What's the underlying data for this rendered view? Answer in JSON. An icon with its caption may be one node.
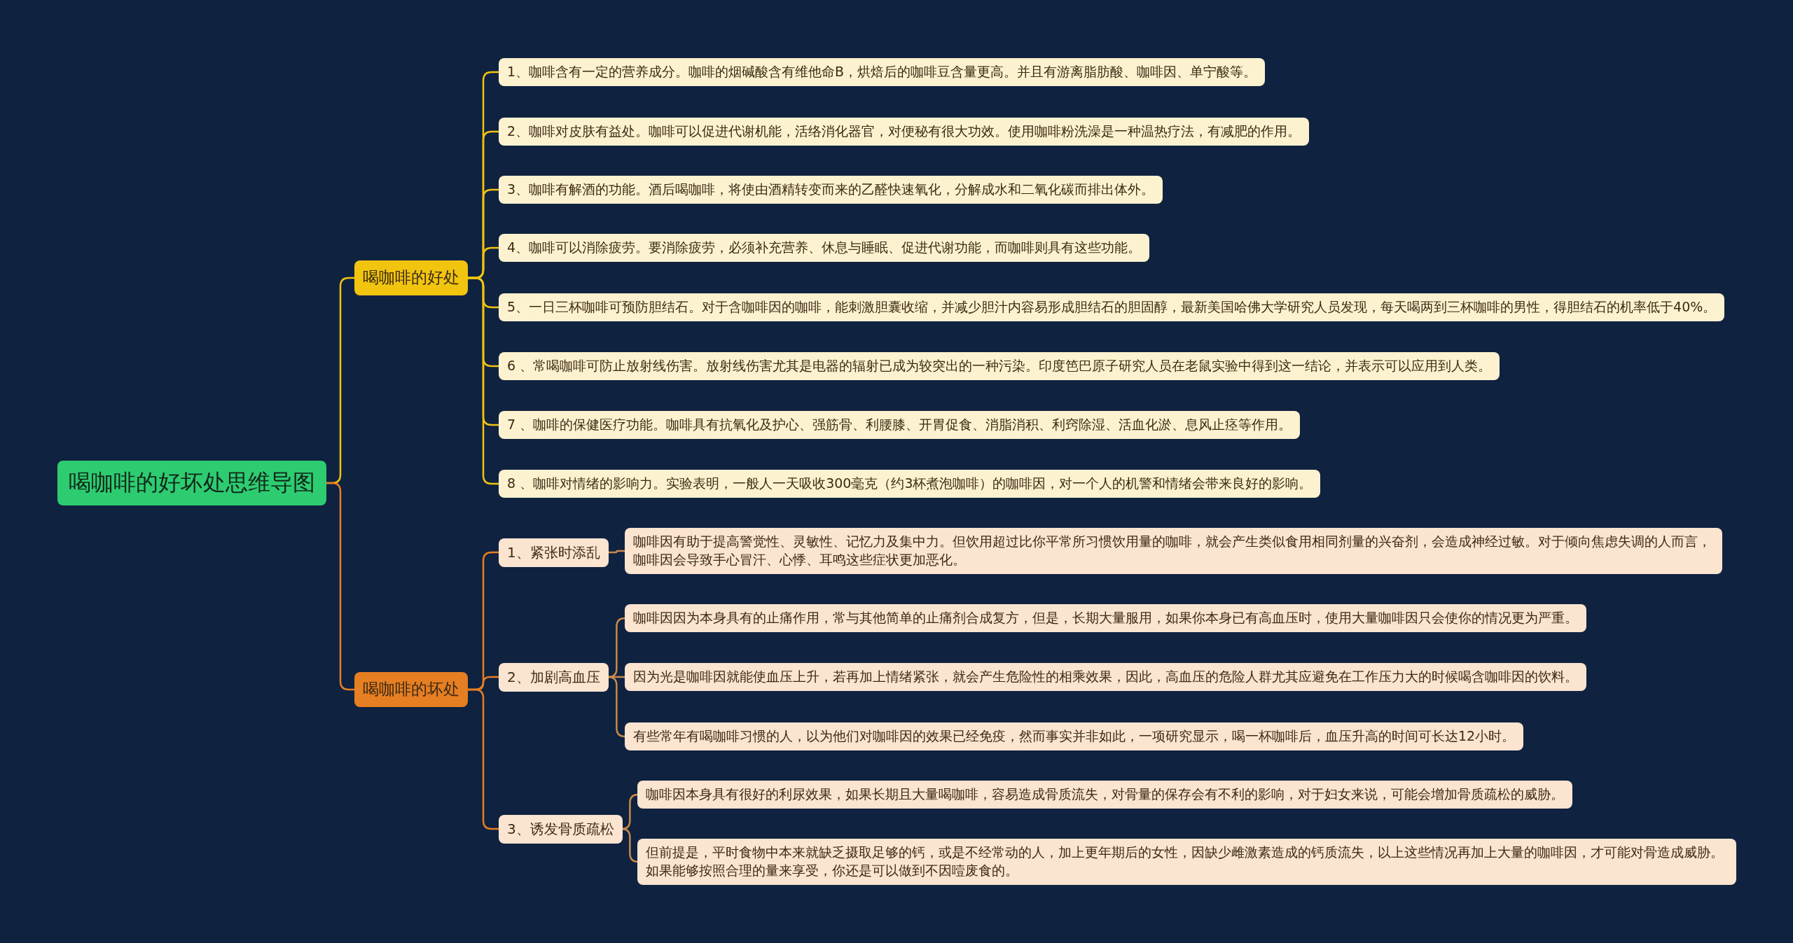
{
  "diagram": {
    "nodes": [
      {
        "text": [
          "喝咖啡的好坏处思维导图"
        ]
      },
      {
        "text": [
          "喝咖啡的好处"
        ]
      },
      {
        "text": [
          "1、咖啡含有一定的营养成分。咖啡的烟碱酸含有维他命B，烘焙后的咖啡豆含量更高。并且有游离脂肪酸、咖啡因、单宁酸等。"
        ]
      },
      {
        "text": [
          "2、咖啡对皮肤有益处。咖啡可以促进代谢机能，活络消化器官，对便秘有很大功效。使用咖啡粉洗澡是一种温热疗法，有减肥的作用。"
        ]
      },
      {
        "text": [
          "3、咖啡有解酒的功能。酒后喝咖啡，将使由酒精转变而来的乙醛快速氧化，分解成水和二氧化碳而排出体外。"
        ]
      },
      {
        "text": [
          "4、咖啡可以消除疲劳。要消除疲劳，必须补充营养、休息与睡眠、促进代谢功能，而咖啡则具有这些功能。"
        ]
      },
      {
        "text": [
          "5、一日三杯咖啡可预防胆结石。对于含咖啡因的咖啡，能刺激胆囊收缩，并减少胆汁内容易形成胆结石的胆固醇，最新美国哈佛大学研究人员发现，每天喝两到三杯咖啡的男性，得胆结石的机率低于40%。"
        ]
      },
      {
        "text": [
          "6 、常喝咖啡可防止放射线伤害。放射线伤害尤其是电器的辐射已成为较突出的一种污染。印度笆巴原子研究人员在老鼠实验中得到这一结论，并表示可以应用到人类。"
        ]
      },
      {
        "text": [
          "7 、咖啡的保健医疗功能。咖啡具有抗氧化及护心、强筋骨、利腰膝、开胃促食、消脂消积、利窍除湿、活血化淤、息风止痉等作用。"
        ]
      },
      {
        "text": [
          "8 、咖啡对情绪的影响力。实验表明，一般人一天吸收300毫克（约3杯煮泡咖啡）的咖啡因，对一个人的机警和情绪会带来良好的影响。"
        ]
      },
      {
        "text": [
          "喝咖啡的坏处"
        ]
      },
      {
        "text": [
          "1、紧张时添乱"
        ]
      },
      {
        "text": [
          "咖啡因有助于提高警觉性、灵敏性、记忆力及集中力。但饮用超过比你平常所习惯饮用量的咖啡，就会产生类似食用相同剂量的兴奋剂，会造成神经过敏。对于倾向焦虑失调的人而言，咖啡因会导致手心冒汗、心悸、耳鸣这些症状更加恶化。"
        ]
      },
      {
        "text": [
          "2、加剧高血压"
        ]
      },
      {
        "text": [
          "咖啡因因为本身具有的止痛作用，常与其他简单的止痛剂合成复方，但是，长期大量服用，如果你本身已有高血压时，使用大量咖啡因只会使你的情况更为严重。"
        ]
      },
      {
        "text": [
          "因为光是咖啡因就能使血压上升，若再加上情绪紧张，就会产生危险性的相乘效果，因此，高血压的危险人群尤其应避免在工作压力大的时候喝含咖啡因的饮料。"
        ]
      },
      {
        "text": [
          "有些常年有喝咖啡习惯的人，以为他们对咖啡因的效果已经免疫，然而事实并非如此，一项研究显示，喝一杯咖啡后，血压升高的时间可长达12小时。"
        ]
      },
      {
        "text": [
          "3、诱发骨质疏松"
        ]
      },
      {
        "text": [
          "咖啡因本身具有很好的利尿效果，如果长期且大量喝咖啡，容易造成骨质流失，对骨量的保存会有不利的影响，对于妇女来说，可能会增加骨质疏松的威胁。"
        ]
      },
      {
        "text": [
          "但前提是，平时食物中本来就缺乏摄取足够的钙，或是不经常动的人，加上更年期后的女性，因缺少雌激素造成的钙质流失，以上这些情况再加上大量的咖啡因，才可能对骨造成威胁。如果能够按照合理的量来享受，你还是可以做到不因噎废食的。"
        ]
      }
    ],
    "edges": [
      {
        "from": 0,
        "to": 1,
        "arrow": "none"
      },
      {
        "from": 0,
        "to": 10,
        "arrow": "none",
        "color": "#e67e22"
      },
      {
        "from": 1,
        "to": 2,
        "arrow": "none"
      },
      {
        "from": 1,
        "to": 3,
        "arrow": "none"
      },
      {
        "from": 1,
        "to": 4,
        "arrow": "none"
      },
      {
        "from": 1,
        "to": 5,
        "arrow": "none"
      },
      {
        "from": 1,
        "to": 6,
        "arrow": "none"
      },
      {
        "from": 1,
        "to": 7,
        "arrow": "none"
      },
      {
        "from": 1,
        "to": 8,
        "arrow": "none"
      },
      {
        "from": 1,
        "to": 9,
        "arrow": "none"
      },
      {
        "from": 10,
        "to": 11,
        "arrow": "none",
        "color": "#e67e22"
      },
      {
        "from": 10,
        "to": 13,
        "arrow": "none",
        "color": "#e67e22"
      },
      {
        "from": 10,
        "to": 17,
        "arrow": "none",
        "color": "#e67e22"
      },
      {
        "from": 11,
        "to": 12,
        "arrow": "none",
        "color": "#c98a4b"
      },
      {
        "from": 13,
        "to": 14,
        "arrow": "none",
        "color": "#c98a4b"
      },
      {
        "from": 13,
        "to": 15,
        "arrow": "none",
        "color": "#c98a4b"
      },
      {
        "from": 13,
        "to": 16,
        "arrow": "none",
        "color": "#c98a4b"
      },
      {
        "from": 17,
        "to": 18,
        "arrow": "none",
        "color": "#c98a4b"
      },
      {
        "from": 17,
        "to": 19,
        "arrow": "none",
        "color": "#c98a4b"
      }
    ]
  }
}
